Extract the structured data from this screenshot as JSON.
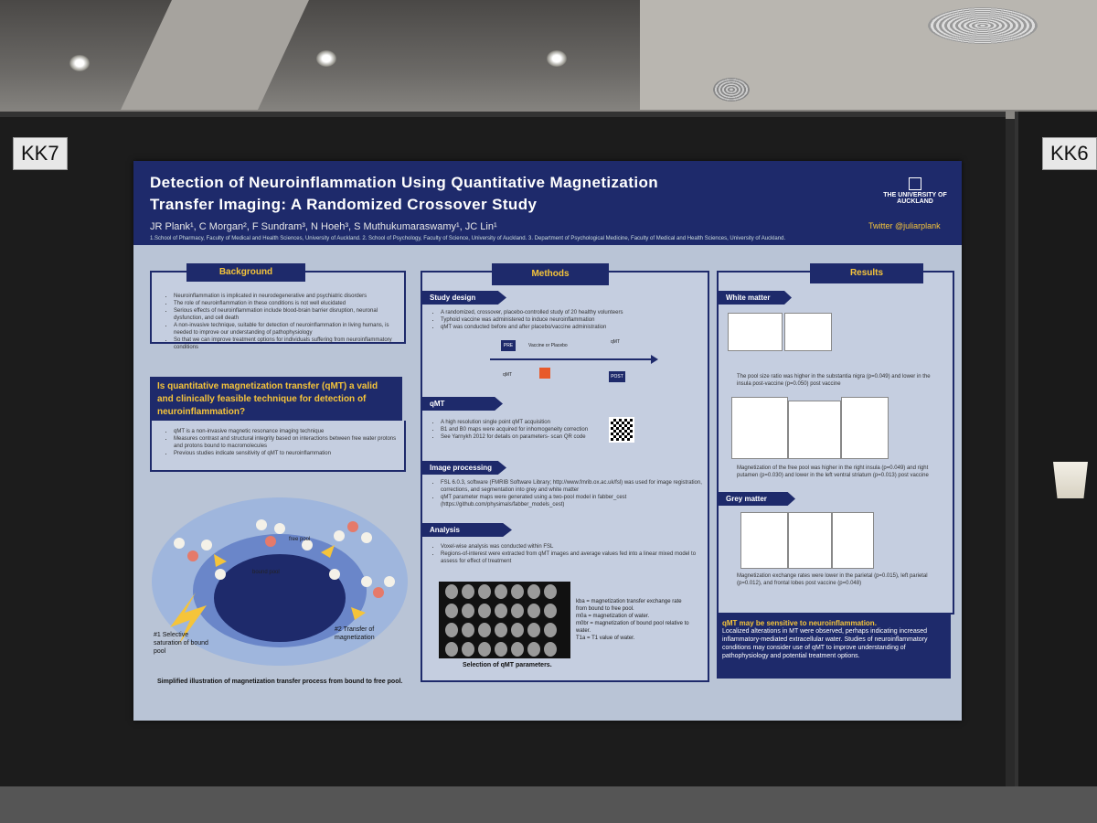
{
  "scene": {
    "booth_labels": [
      "KK7",
      "KK6"
    ]
  },
  "poster": {
    "title_line1": "Detection of Neuroinflammation Using Quantitative Magnetization",
    "title_line2": "Transfer Imaging: A Randomized Crossover Study",
    "authors": "JR Plank¹, C Morgan², F Sundram³, N Hoeh³, S Muthukumaraswamy¹, JC Lin¹",
    "affiliations": "1.School of Pharmacy, Faculty of Medical and Health Sciences, University of Auckland. 2. School of Psychology, Faculty of Science, University of Auckland. 3. Department of Psychological Medicine, Faculty of Medical and Health Sciences, University of Auckland.",
    "university": "THE UNIVERSITY OF AUCKLAND",
    "twitter": "Twitter @juliarplank",
    "background": {
      "heading": "Background",
      "bullets": [
        "Neuroinflammation is implicated in neurodegenerative and psychiatric disorders",
        "The role of neuroinflammation in these conditions is not well elucidated",
        "Serious effects of neuroinflammation include blood-brain barrier disruption, neuronal dysfunction, and cell death",
        "A non-invasive technique, suitable for detection of neuroinflammation in living humans, is needed to improve our understanding of pathophysiology",
        "So that we can improve treatment options for individuals suffering from neuroinflammatory conditions"
      ]
    },
    "question": {
      "text": "Is quantitative magnetization transfer (qMT) a valid and clinically feasible technique for detection of neuroinflammation?",
      "bullets": [
        "qMT is a non-invasive magnetic resonance imaging technique",
        "Measures contrast and structural integrity based on interactions between free water protons and protons bound to macromolecules",
        "Previous studies indicate sensitivity of qMT to neuroinflammation"
      ]
    },
    "diagram": {
      "free_pool": "free pool",
      "bound_pool": "bound pool",
      "step1": "#1 Selective saturation of bound pool",
      "step2": "#2 Transfer of magnetization",
      "caption": "Simplified illustration of magnetization transfer process from bound to free pool."
    },
    "methods": {
      "heading": "Methods",
      "study_design": {
        "heading": "Study design",
        "bullets": [
          "A randomized, crossover, placebo-controlled study of 20 healthy volunteers",
          "Typhoid vaccine was administered to induce neuroinflammation",
          "qMT was conducted before and after placebo/vaccine administration"
        ],
        "timeline": {
          "pre": "PRE",
          "post": "POST",
          "mid": "Vaccine or Placebo",
          "qmt": "qMT"
        }
      },
      "qmt": {
        "heading": "qMT",
        "bullets": [
          "A high resolution single point qMT acquisition",
          "B1 and B0 maps were acquired for inhomogeneity correction",
          "See Yarnykh 2012 for details on parameters- scan QR code"
        ]
      },
      "image_processing": {
        "heading": "Image processing",
        "bullets": [
          "FSL 6.0.3, software (FMRIB Software Library; http://www.fmrib.ox.ac.uk/fsl) was used for image registration, corrections, and segmentation into grey and white matter",
          "qMT parameter maps were generated using a two-pool model in fabber_cest (https://github.com/physimals/fabber_models_cest)"
        ]
      },
      "analysis": {
        "heading": "Analysis",
        "bullets": [
          "Voxel-wise analysis was conducted within FSL",
          "Regions-of-interest were extracted from qMT images and average values fed into a linear mixed model to assess for effect of treatment"
        ],
        "legend": [
          "kba = magnetization transfer exchange rate from bound to free pool.",
          "m0a = magnetization of water.",
          "m0br = magnetization of bound pool relative to water.",
          "T1a = T1 value of water."
        ],
        "caption": "Selection of qMT parameters."
      }
    },
    "results": {
      "heading": "Results",
      "white_matter": "White matter",
      "grey_matter": "Grey matter",
      "wm_text1": "The pool size ratio was higher in the substantia nigra (p=0.049) and lower in the insula post-vaccine (p=0.050) post vaccine",
      "wm_text2": "Magnetization of the free pool was higher in the right insula (p=0.049) and right putamen (p=0.030) and lower in the left ventral striatum (p=0.013) post vaccine",
      "gm_text": "Magnetization exchange rates were lower in the parietal (p=0.015), left parietal (p=0.012), and frontal lobes post vaccine (p=0.048)",
      "conclusion_head": "qMT may be sensitive to neuroinflammation.",
      "conclusion_text": "Localized alterations in MT were observed, perhaps indicating increased inflammatory-mediated extracellular water. Studies of neuroinflammatory conditions may consider use of qMT to improve understanding of pathophysiology and potential treatment options."
    }
  }
}
